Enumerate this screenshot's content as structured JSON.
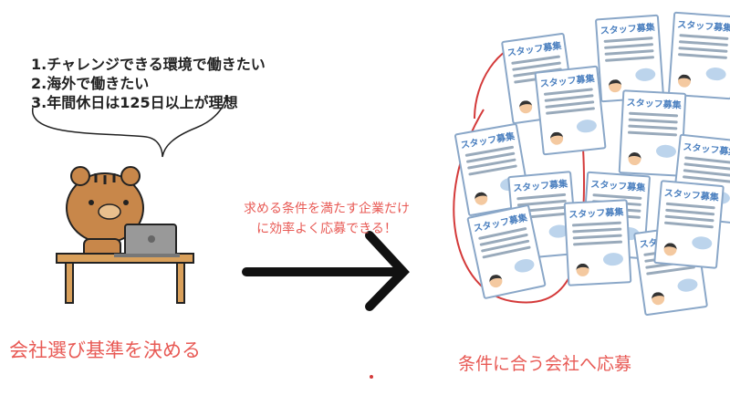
{
  "speech": {
    "lines": [
      "1.チャレンジできる環境で働きたい",
      "2.海外で働きたい",
      "3.年間休日は125日以上が理想"
    ]
  },
  "note": {
    "line1": "求める条件を満たす企業だけ",
    "line2": "に効率よく応募できる！"
  },
  "captions": {
    "left": "会社選び基準を決める",
    "right": "条件に合う会社へ応募"
  },
  "poster_title": "スタッフ募集",
  "colors": {
    "accent": "#e85a55",
    "poster": "#4a7fbf",
    "boar": "#c8874a"
  }
}
